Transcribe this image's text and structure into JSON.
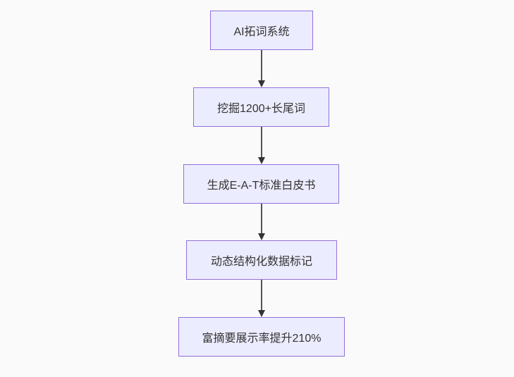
{
  "page": {
    "background_color": "#fafafa"
  },
  "flowchart": {
    "type": "flowchart",
    "direction": "top-down",
    "style": {
      "node_fill": "#ececff",
      "node_border": "#9370db",
      "node_text_color": "#333333",
      "edge_line_color": "#555555",
      "arrowhead_color": "#333333",
      "background_color": "#fafafa"
    },
    "nodes": [
      {
        "label": "AI拓词系统"
      },
      {
        "label": "挖掘1200+长尾词"
      },
      {
        "label": "生成E-A-T标准白皮书"
      },
      {
        "label": "动态结构化数据标记"
      },
      {
        "label": "富摘要展示率提升210%"
      }
    ],
    "edges": [
      {
        "from": "AI拓词系统",
        "to": "挖掘1200+长尾词"
      },
      {
        "from": "挖掘1200+长尾词",
        "to": "生成E-A-T标准白皮书"
      },
      {
        "from": "生成E-A-T标准白皮书",
        "to": "动态结构化数据标记"
      },
      {
        "from": "动态结构化数据标记",
        "to": "富摘要展示率提升210%"
      }
    ]
  }
}
